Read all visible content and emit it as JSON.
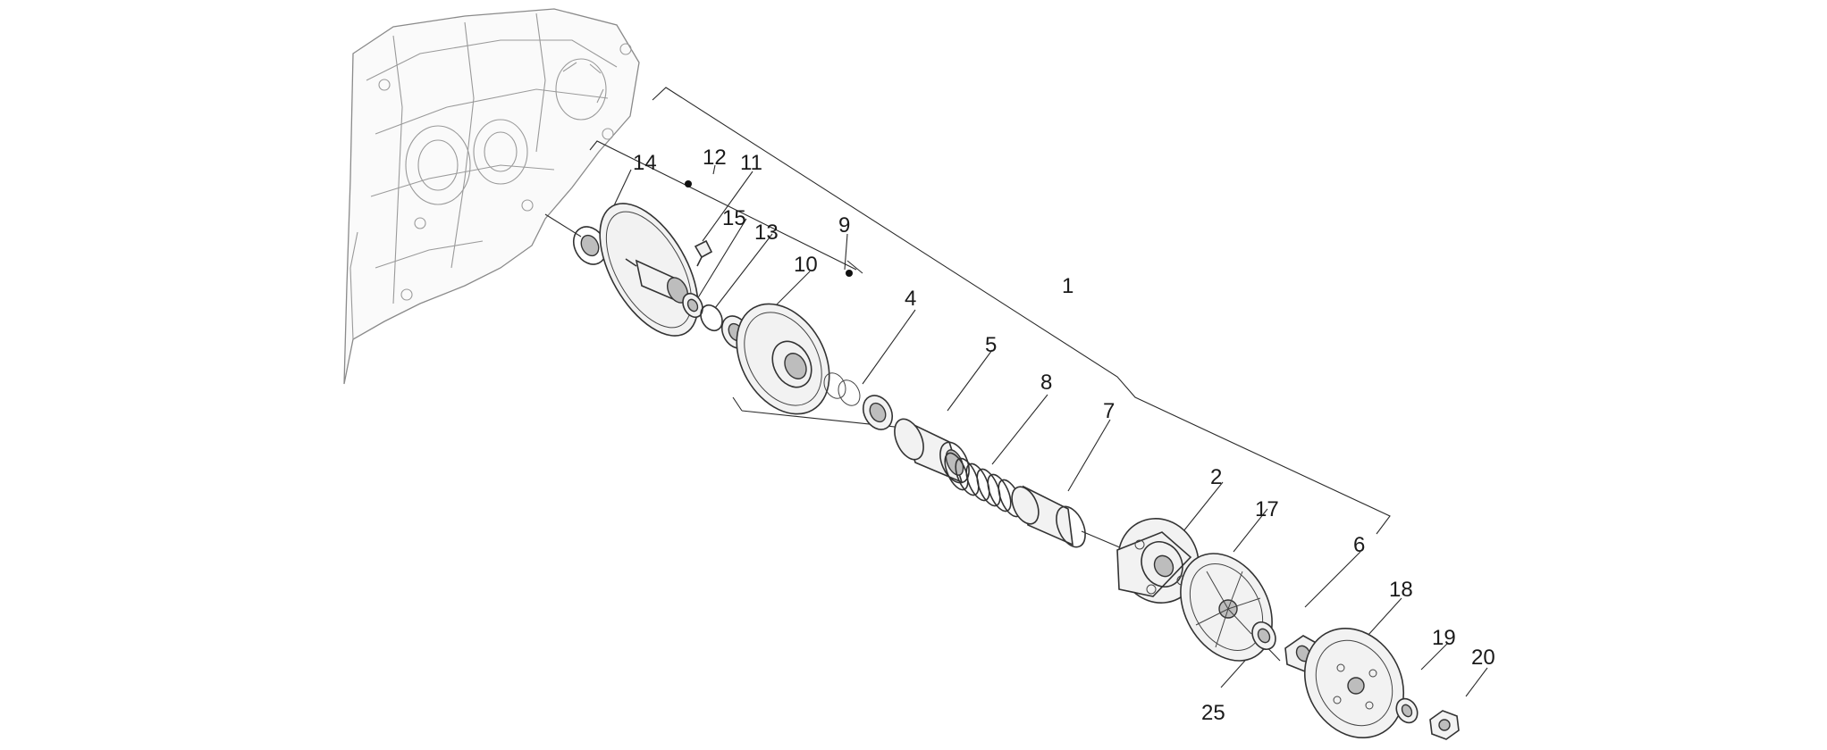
{
  "labels": {
    "l1": "1",
    "l2": "2",
    "l4": "4",
    "l5": "5",
    "l6": "6",
    "l7": "7",
    "l8": "8",
    "l9": "9",
    "l10": "10",
    "l11": "11",
    "l12": "12",
    "l13": "13",
    "l14": "14",
    "l15": "15",
    "l17": "17",
    "l18": "18",
    "l19": "19",
    "l20": "20",
    "l25": "25"
  }
}
